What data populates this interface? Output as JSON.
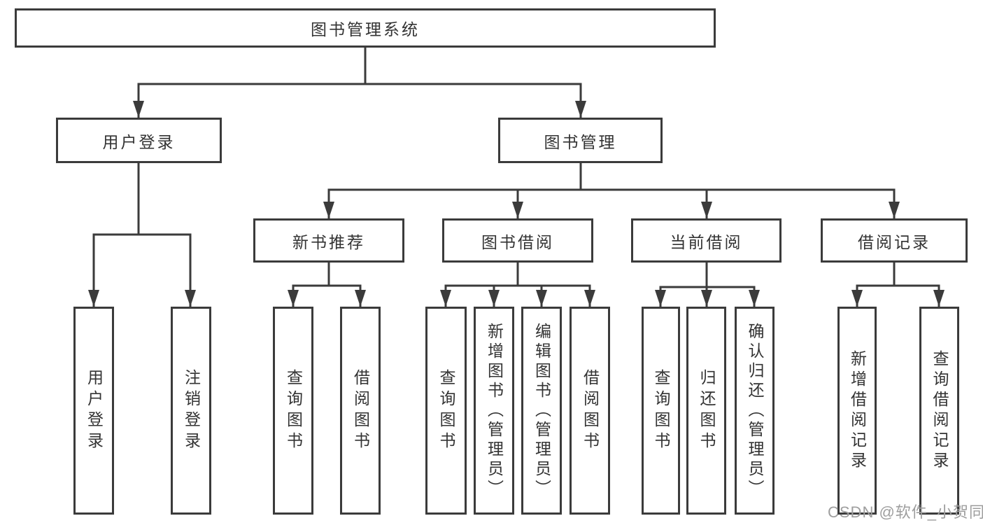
{
  "tree": {
    "label": "图书管理系统",
    "children": [
      {
        "label": "用户登录",
        "children": [
          {
            "label": "用户登录"
          },
          {
            "label": "注销登录"
          }
        ]
      },
      {
        "label": "图书管理",
        "children": [
          {
            "label": "新书推荐",
            "children": [
              {
                "label": "查询图书"
              },
              {
                "label": "借阅图书"
              }
            ]
          },
          {
            "label": "图书借阅",
            "children": [
              {
                "label": "查询图书"
              },
              {
                "label": "新增图书（管理员）"
              },
              {
                "label": "编辑图书（管理员）"
              },
              {
                "label": "借阅图书"
              }
            ]
          },
          {
            "label": "当前借阅",
            "children": [
              {
                "label": "查询图书"
              },
              {
                "label": "归还图书"
              },
              {
                "label": "确认归还（管理员）"
              }
            ]
          },
          {
            "label": "借阅记录",
            "children": [
              {
                "label": "新增借阅记录"
              },
              {
                "label": "查询借阅记录"
              }
            ]
          }
        ]
      }
    ]
  },
  "watermark": {
    "text": "CSDN @软件_小贺同学"
  },
  "colors": {
    "line": "#3b3b3b",
    "text": "#333333",
    "watermark": "#9e9e9e",
    "background": "#ffffff"
  }
}
